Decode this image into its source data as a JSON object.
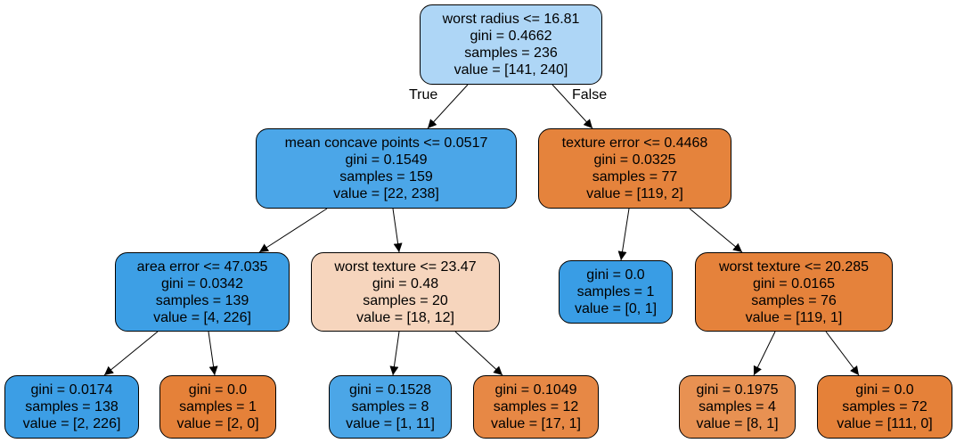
{
  "tree": {
    "edge_labels": {
      "true": "True",
      "false": "False"
    },
    "nodes": [
      {
        "id": "n0",
        "lines": [
          "worst radius <= 16.81",
          "gini = 0.4662",
          "samples = 236",
          "value = [141, 240]"
        ],
        "color": "#aed6f6"
      },
      {
        "id": "n1",
        "lines": [
          "mean concave points <= 0.0517",
          "gini = 0.1549",
          "samples = 159",
          "value = [22, 238]"
        ],
        "color": "#4ba6e8"
      },
      {
        "id": "n2",
        "lines": [
          "area error <= 47.035",
          "gini = 0.0342",
          "samples = 139",
          "value = [4, 226]"
        ],
        "color": "#3d9fe5"
      },
      {
        "id": "n3",
        "lines": [
          "gini = 0.0174",
          "samples = 138",
          "value = [2, 226]"
        ],
        "color": "#3c9ee5"
      },
      {
        "id": "n4",
        "lines": [
          "gini = 0.0",
          "samples = 1",
          "value = [2, 0]"
        ],
        "color": "#e58139"
      },
      {
        "id": "n5",
        "lines": [
          "worst texture <= 23.47",
          "gini = 0.48",
          "samples = 20",
          "value = [18, 12]"
        ],
        "color": "#f6d5bd"
      },
      {
        "id": "n6",
        "lines": [
          "gini = 0.1528",
          "samples = 8",
          "value = [1, 11]"
        ],
        "color": "#4ba6e7"
      },
      {
        "id": "n7",
        "lines": [
          "gini = 0.1049",
          "samples = 12",
          "value = [17, 1]"
        ],
        "color": "#e78845"
      },
      {
        "id": "n8",
        "lines": [
          "texture error <= 0.4468",
          "gini = 0.0325",
          "samples = 77",
          "value = [119, 2]"
        ],
        "color": "#e5833c"
      },
      {
        "id": "n9",
        "lines": [
          "gini = 0.0",
          "samples = 1",
          "value = [0, 1]"
        ],
        "color": "#399de5"
      },
      {
        "id": "n10",
        "lines": [
          "worst texture <= 20.285",
          "gini = 0.0165",
          "samples = 76",
          "value = [119, 1]"
        ],
        "color": "#e5823b"
      },
      {
        "id": "n11",
        "lines": [
          "gini = 0.1975",
          "samples = 4",
          "value = [8, 1]"
        ],
        "color": "#e89152"
      },
      {
        "id": "n12",
        "lines": [
          "gini = 0.0",
          "samples = 72",
          "value = [111, 0]"
        ],
        "color": "#e58139"
      }
    ]
  }
}
